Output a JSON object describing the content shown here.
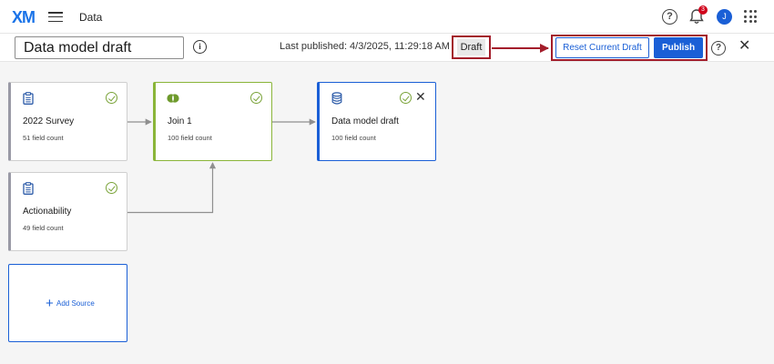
{
  "header": {
    "logo": "XM",
    "app_title": "Data",
    "help_label": "?",
    "notification_count": "3",
    "avatar_initial": "J"
  },
  "subheader": {
    "model_name": "Data model draft",
    "info_label": "i",
    "last_published": "Last published: 4/3/2025, 11:29:18 AM",
    "status_badge": "Draft",
    "reset_label": "Reset Current Draft",
    "publish_label": "Publish",
    "help_label": "?",
    "close_label": "✕"
  },
  "nodes": {
    "survey": {
      "title": "2022 Survey",
      "count": "51 field count"
    },
    "actionability": {
      "title": "Actionability",
      "count": "49 field count"
    },
    "join": {
      "title": "Join 1",
      "count": "100 field count"
    },
    "output": {
      "title": "Data model draft",
      "count": "100 field count",
      "remove_label": "✕"
    }
  },
  "add_source": {
    "plus": "+",
    "label": "Add Source"
  },
  "colors": {
    "accent": "#1a5fd6",
    "highlight_border": "#a31d2b",
    "success": "#7aa339",
    "join_border": "#8ab539"
  }
}
